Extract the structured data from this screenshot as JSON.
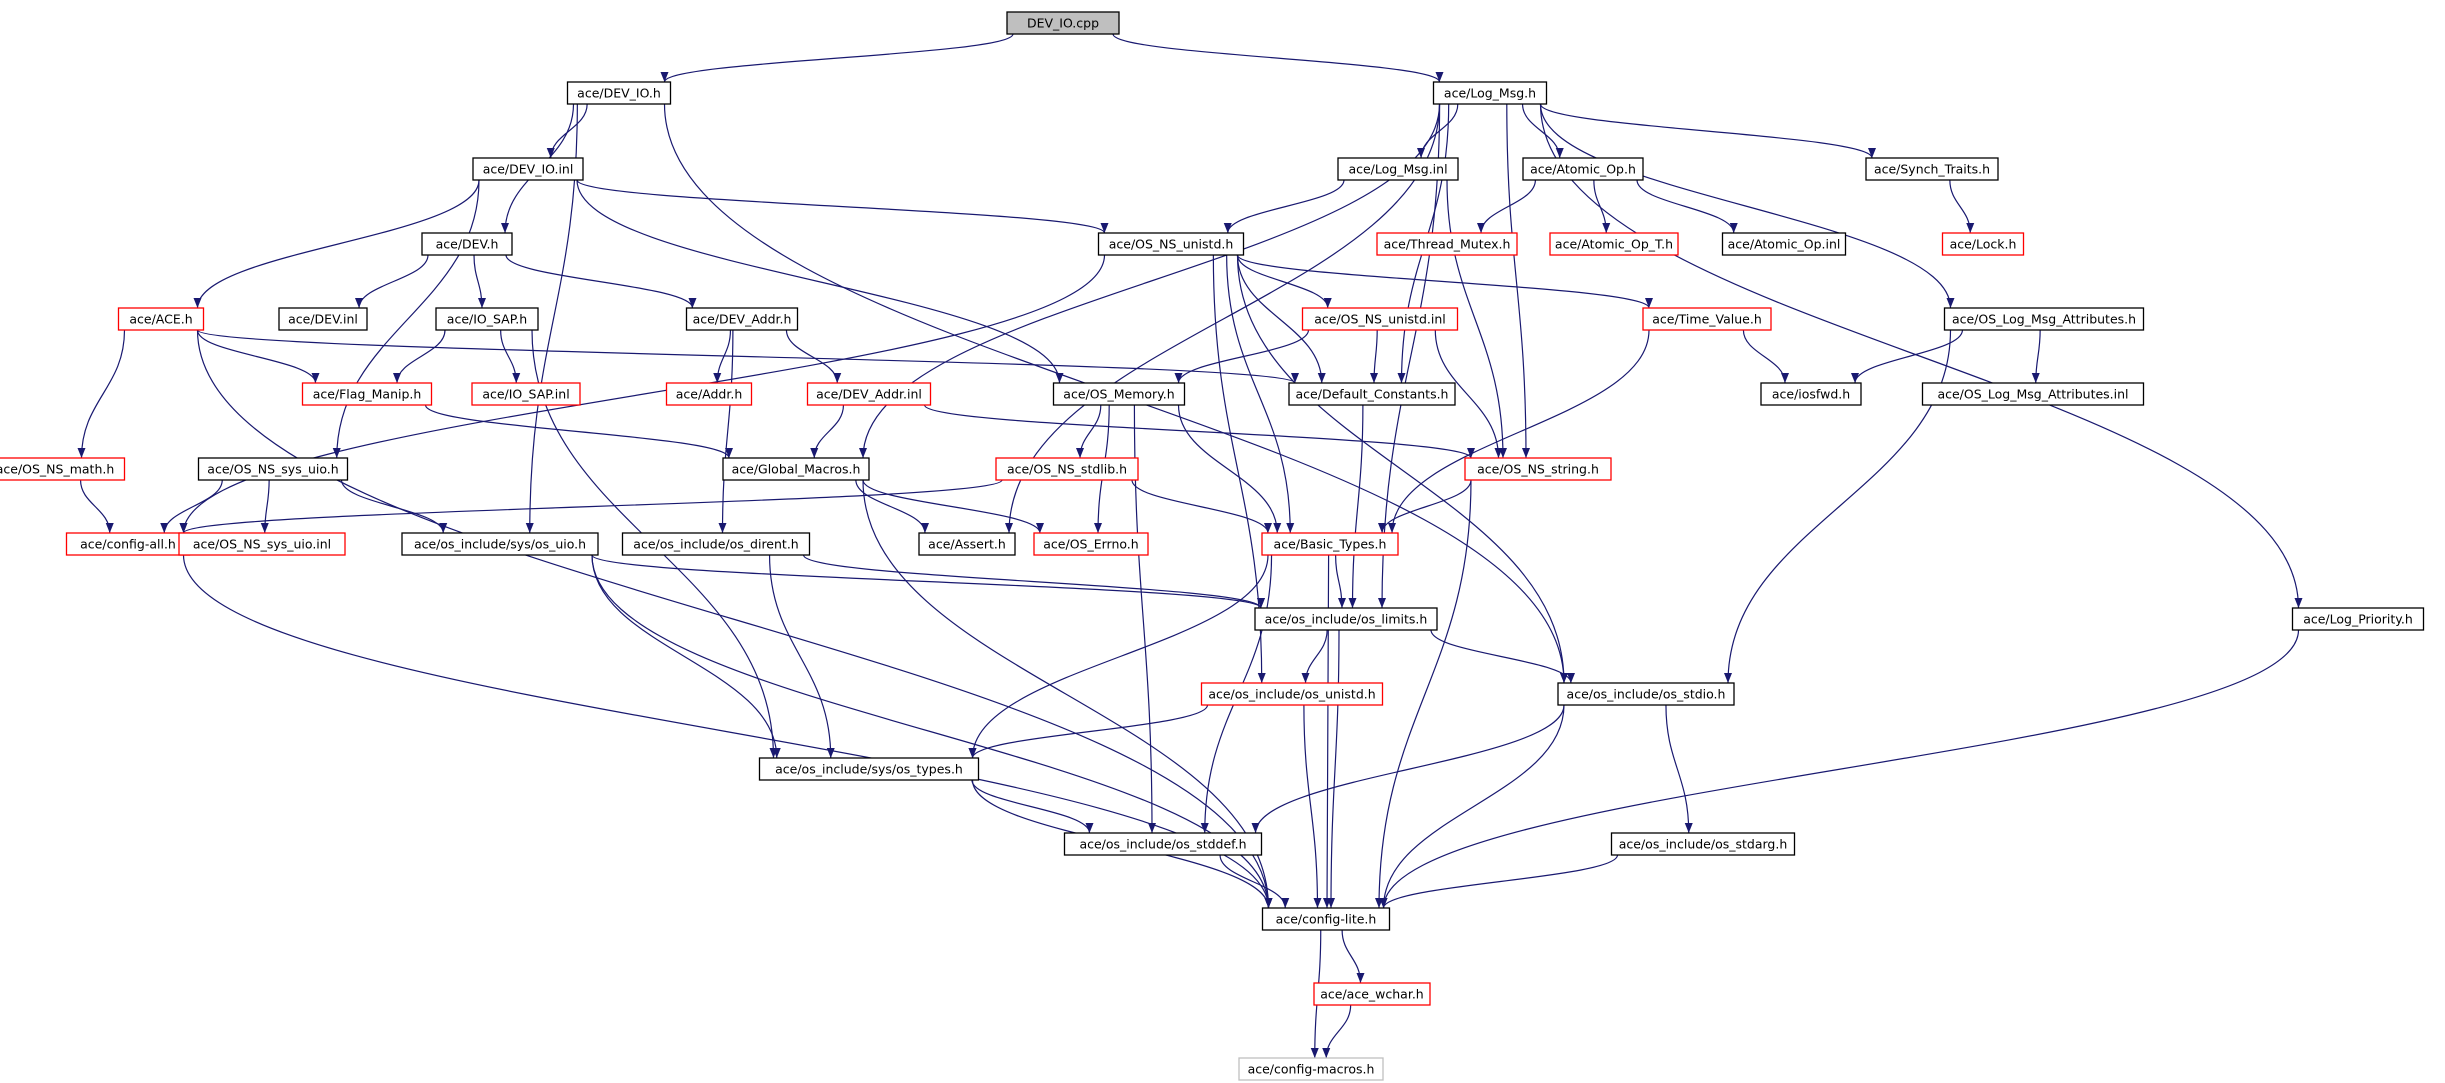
{
  "diagram": {
    "nodes": [
      {
        "id": "dev_io_cpp",
        "label": "DEV_IO.cpp",
        "style": "root"
      },
      {
        "id": "dev_io_h",
        "label": "ace/DEV_IO.h",
        "style": "black"
      },
      {
        "id": "log_msg_h",
        "label": "ace/Log_Msg.h",
        "style": "black"
      },
      {
        "id": "dev_io_inl",
        "label": "ace/DEV_IO.inl",
        "style": "black"
      },
      {
        "id": "log_msg_inl",
        "label": "ace/Log_Msg.inl",
        "style": "black"
      },
      {
        "id": "atomic_op_h",
        "label": "ace/Atomic_Op.h",
        "style": "black"
      },
      {
        "id": "synch_traits_h",
        "label": "ace/Synch_Traits.h",
        "style": "black"
      },
      {
        "id": "dev_h",
        "label": "ace/DEV.h",
        "style": "black"
      },
      {
        "id": "os_ns_unistd_h",
        "label": "ace/OS_NS_unistd.h",
        "style": "black"
      },
      {
        "id": "thread_mutex_h",
        "label": "ace/Thread_Mutex.h",
        "style": "red"
      },
      {
        "id": "atomic_op_t_h",
        "label": "ace/Atomic_Op_T.h",
        "style": "red"
      },
      {
        "id": "atomic_op_inl",
        "label": "ace/Atomic_Op.inl",
        "style": "black"
      },
      {
        "id": "lock_h",
        "label": "ace/Lock.h",
        "style": "red"
      },
      {
        "id": "ace_h",
        "label": "ace/ACE.h",
        "style": "red"
      },
      {
        "id": "dev_inl",
        "label": "ace/DEV.inl",
        "style": "black"
      },
      {
        "id": "io_sap_h",
        "label": "ace/IO_SAP.h",
        "style": "black"
      },
      {
        "id": "dev_addr_h",
        "label": "ace/DEV_Addr.h",
        "style": "black"
      },
      {
        "id": "os_ns_unistd_inl",
        "label": "ace/OS_NS_unistd.inl",
        "style": "red"
      },
      {
        "id": "time_value_h",
        "label": "ace/Time_Value.h",
        "style": "red"
      },
      {
        "id": "os_log_msg_attr_h",
        "label": "ace/OS_Log_Msg_Attributes.h",
        "style": "black"
      },
      {
        "id": "flag_manip_h",
        "label": "ace/Flag_Manip.h",
        "style": "red"
      },
      {
        "id": "io_sap_inl",
        "label": "ace/IO_SAP.inl",
        "style": "red"
      },
      {
        "id": "addr_h",
        "label": "ace/Addr.h",
        "style": "red"
      },
      {
        "id": "dev_addr_inl",
        "label": "ace/DEV_Addr.inl",
        "style": "red"
      },
      {
        "id": "os_memory_h",
        "label": "ace/OS_Memory.h",
        "style": "black"
      },
      {
        "id": "default_constants_h",
        "label": "ace/Default_Constants.h",
        "style": "black"
      },
      {
        "id": "iosfwd_h",
        "label": "ace/iosfwd.h",
        "style": "black"
      },
      {
        "id": "os_log_msg_attr_inl",
        "label": "ace/OS_Log_Msg_Attributes.inl",
        "style": "black"
      },
      {
        "id": "os_ns_math_h",
        "label": "ace/OS_NS_math.h",
        "style": "red"
      },
      {
        "id": "os_ns_sys_uio_h",
        "label": "ace/OS_NS_sys_uio.h",
        "style": "black"
      },
      {
        "id": "global_macros_h",
        "label": "ace/Global_Macros.h",
        "style": "black"
      },
      {
        "id": "os_ns_stdlib_h",
        "label": "ace/OS_NS_stdlib.h",
        "style": "red"
      },
      {
        "id": "os_ns_string_h",
        "label": "ace/OS_NS_string.h",
        "style": "red"
      },
      {
        "id": "config_all_h",
        "label": "ace/config-all.h",
        "style": "red"
      },
      {
        "id": "os_ns_sys_uio_inl",
        "label": "ace/OS_NS_sys_uio.inl",
        "style": "red"
      },
      {
        "id": "os_include_sys_os_uio_h",
        "label": "ace/os_include/sys/os_uio.h",
        "style": "black"
      },
      {
        "id": "os_include_os_dirent_h",
        "label": "ace/os_include/os_dirent.h",
        "style": "black"
      },
      {
        "id": "assert_h",
        "label": "ace/Assert.h",
        "style": "black"
      },
      {
        "id": "os_errno_h",
        "label": "ace/OS_Errno.h",
        "style": "red"
      },
      {
        "id": "basic_types_h",
        "label": "ace/Basic_Types.h",
        "style": "red"
      },
      {
        "id": "os_include_os_limits_h",
        "label": "ace/os_include/os_limits.h",
        "style": "black"
      },
      {
        "id": "log_priority_h",
        "label": "ace/Log_Priority.h",
        "style": "black"
      },
      {
        "id": "os_include_os_unistd_h",
        "label": "ace/os_include/os_unistd.h",
        "style": "red"
      },
      {
        "id": "os_include_os_stdio_h",
        "label": "ace/os_include/os_stdio.h",
        "style": "black"
      },
      {
        "id": "os_include_sys_os_types_h",
        "label": "ace/os_include/sys/os_types.h",
        "style": "black"
      },
      {
        "id": "os_include_os_stddef_h",
        "label": "ace/os_include/os_stddef.h",
        "style": "black"
      },
      {
        "id": "os_include_os_stdarg_h",
        "label": "ace/os_include/os_stdarg.h",
        "style": "black"
      },
      {
        "id": "config_lite_h",
        "label": "ace/config-lite.h",
        "style": "black"
      },
      {
        "id": "ace_wchar_h",
        "label": "ace/ace_wchar.h",
        "style": "red"
      },
      {
        "id": "config_macros_h",
        "label": "ace/config-macros.h",
        "style": "gray"
      }
    ],
    "edges": [
      [
        "dev_io_cpp",
        "dev_io_h"
      ],
      [
        "dev_io_cpp",
        "log_msg_h"
      ],
      [
        "dev_io_h",
        "dev_io_inl"
      ],
      [
        "dev_io_h",
        "dev_h"
      ],
      [
        "dev_io_h",
        "os_include_sys_os_uio_h"
      ],
      [
        "dev_io_h",
        "os_include_os_stdio_h"
      ],
      [
        "log_msg_h",
        "log_msg_inl"
      ],
      [
        "log_msg_h",
        "atomic_op_h"
      ],
      [
        "log_msg_h",
        "synch_traits_h"
      ],
      [
        "log_msg_h",
        "os_log_msg_attr_h"
      ],
      [
        "log_msg_h",
        "log_priority_h"
      ],
      [
        "log_msg_h",
        "global_macros_h"
      ],
      [
        "log_msg_h",
        "assert_h"
      ],
      [
        "log_msg_h",
        "default_constants_h"
      ],
      [
        "log_msg_h",
        "os_ns_string_h"
      ],
      [
        "log_msg_h",
        "os_include_os_limits_h"
      ],
      [
        "dev_io_inl",
        "ace_h"
      ],
      [
        "dev_io_inl",
        "os_ns_unistd_h"
      ],
      [
        "dev_io_inl",
        "os_memory_h"
      ],
      [
        "dev_io_inl",
        "os_ns_sys_uio_h"
      ],
      [
        "log_msg_inl",
        "os_ns_unistd_h"
      ],
      [
        "log_msg_inl",
        "os_ns_string_h"
      ],
      [
        "atomic_op_h",
        "thread_mutex_h"
      ],
      [
        "atomic_op_h",
        "atomic_op_t_h"
      ],
      [
        "atomic_op_h",
        "atomic_op_inl"
      ],
      [
        "synch_traits_h",
        "lock_h"
      ],
      [
        "dev_h",
        "dev_inl"
      ],
      [
        "dev_h",
        "io_sap_h"
      ],
      [
        "dev_h",
        "dev_addr_h"
      ],
      [
        "os_ns_unistd_h",
        "os_ns_unistd_inl"
      ],
      [
        "os_ns_unistd_h",
        "time_value_h"
      ],
      [
        "os_ns_unistd_h",
        "basic_types_h"
      ],
      [
        "os_ns_unistd_h",
        "os_include_os_unistd_h"
      ],
      [
        "os_ns_unistd_h",
        "os_include_os_stdio_h"
      ],
      [
        "os_ns_unistd_h",
        "config_all_h"
      ],
      [
        "os_ns_unistd_h",
        "default_constants_h"
      ],
      [
        "lock_h",
        "lock_h"
      ],
      [
        "ace_h",
        "flag_manip_h"
      ],
      [
        "ace_h",
        "os_ns_math_h"
      ],
      [
        "ace_h",
        "config_lite_h"
      ],
      [
        "ace_h",
        "default_constants_h"
      ],
      [
        "io_sap_h",
        "flag_manip_h"
      ],
      [
        "io_sap_h",
        "io_sap_inl"
      ],
      [
        "io_sap_h",
        "os_include_sys_os_types_h"
      ],
      [
        "dev_addr_h",
        "addr_h"
      ],
      [
        "dev_addr_h",
        "dev_addr_inl"
      ],
      [
        "dev_addr_h",
        "os_include_os_dirent_h"
      ],
      [
        "os_ns_unistd_inl",
        "os_memory_h"
      ],
      [
        "os_ns_unistd_inl",
        "default_constants_h"
      ],
      [
        "os_ns_unistd_inl",
        "os_ns_string_h"
      ],
      [
        "time_value_h",
        "iosfwd_h"
      ],
      [
        "time_value_h",
        "basic_types_h"
      ],
      [
        "os_log_msg_attr_h",
        "iosfwd_h"
      ],
      [
        "os_log_msg_attr_h",
        "os_log_msg_attr_inl"
      ],
      [
        "os_log_msg_attr_h",
        "os_include_os_stdio_h"
      ],
      [
        "flag_manip_h",
        "global_macros_h"
      ],
      [
        "dev_addr_inl",
        "global_macros_h"
      ],
      [
        "dev_addr_inl",
        "os_ns_string_h"
      ],
      [
        "os_memory_h",
        "os_ns_stdlib_h"
      ],
      [
        "os_memory_h",
        "os_errno_h"
      ],
      [
        "os_memory_h",
        "basic_types_h"
      ],
      [
        "os_memory_h",
        "os_include_os_stddef_h"
      ],
      [
        "default_constants_h",
        "os_include_os_limits_h"
      ],
      [
        "os_ns_math_h",
        "config_all_h"
      ],
      [
        "os_ns_sys_uio_h",
        "config_all_h"
      ],
      [
        "os_ns_sys_uio_h",
        "os_ns_sys_uio_inl"
      ],
      [
        "os_ns_sys_uio_h",
        "os_include_sys_os_uio_h"
      ],
      [
        "global_macros_h",
        "assert_h"
      ],
      [
        "global_macros_h",
        "os_errno_h"
      ],
      [
        "global_macros_h",
        "config_lite_h"
      ],
      [
        "os_ns_stdlib_h",
        "config_all_h"
      ],
      [
        "os_ns_stdlib_h",
        "basic_types_h"
      ],
      [
        "os_ns_string_h",
        "basic_types_h"
      ],
      [
        "os_ns_string_h",
        "config_lite_h"
      ],
      [
        "config_all_h",
        "config_lite_h"
      ],
      [
        "os_include_sys_os_uio_h",
        "os_include_sys_os_types_h"
      ],
      [
        "os_include_sys_os_uio_h",
        "os_include_os_limits_h"
      ],
      [
        "os_include_sys_os_uio_h",
        "config_lite_h"
      ],
      [
        "os_include_os_dirent_h",
        "os_include_sys_os_types_h"
      ],
      [
        "os_include_os_dirent_h",
        "os_include_os_limits_h"
      ],
      [
        "basic_types_h",
        "os_include_os_limits_h"
      ],
      [
        "basic_types_h",
        "os_include_sys_os_types_h"
      ],
      [
        "basic_types_h",
        "os_include_os_stddef_h"
      ],
      [
        "basic_types_h",
        "config_lite_h"
      ],
      [
        "os_include_os_limits_h",
        "os_include_os_unistd_h"
      ],
      [
        "os_include_os_limits_h",
        "os_include_os_stdio_h"
      ],
      [
        "os_include_os_limits_h",
        "config_lite_h"
      ],
      [
        "log_priority_h",
        "config_lite_h"
      ],
      [
        "os_include_os_unistd_h",
        "os_include_sys_os_types_h"
      ],
      [
        "os_include_os_unistd_h",
        "config_lite_h"
      ],
      [
        "os_include_os_stdio_h",
        "os_include_os_stddef_h"
      ],
      [
        "os_include_os_stdio_h",
        "os_include_os_stdarg_h"
      ],
      [
        "os_include_os_stdio_h",
        "config_lite_h"
      ],
      [
        "os_include_sys_os_types_h",
        "os_include_os_stddef_h"
      ],
      [
        "os_include_sys_os_types_h",
        "config_lite_h"
      ],
      [
        "os_include_os_stddef_h",
        "config_lite_h"
      ],
      [
        "os_include_os_stdarg_h",
        "config_lite_h"
      ],
      [
        "config_lite_h",
        "ace_wchar_h"
      ],
      [
        "config_lite_h",
        "config_macros_h"
      ],
      [
        "ace_wchar_h",
        "config_macros_h"
      ]
    ]
  }
}
